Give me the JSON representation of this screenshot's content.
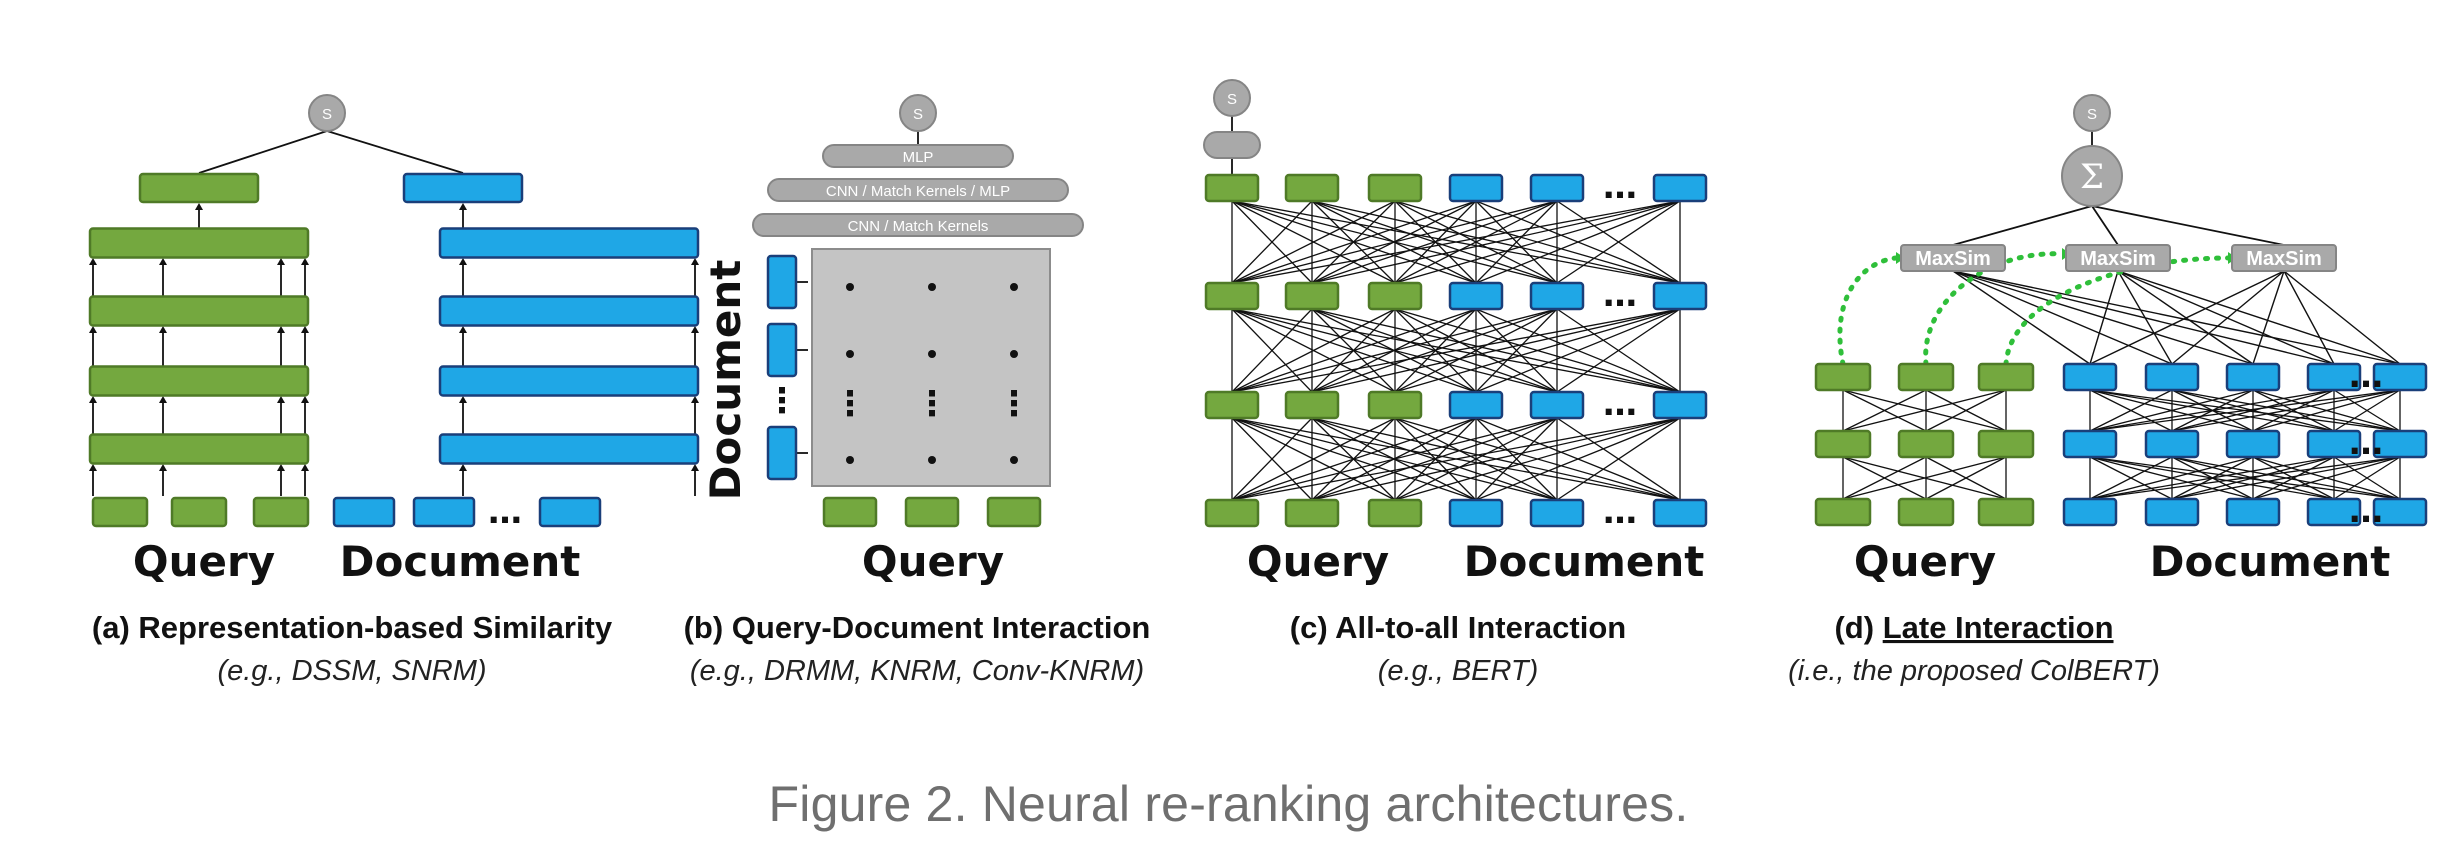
{
  "labels": {
    "s": "S",
    "sigma": "Σ",
    "query": "Query",
    "document": "Document",
    "ellipsis": "…",
    "vdots": "⋮",
    "mlp": "MLP",
    "cnn_match_mlp": "CNN  /  Match Kernels / MLP",
    "cnn_match": "CNN  /  Match Kernels",
    "maxsim": "MaxSim"
  },
  "panels": [
    {
      "title": "(a) Representation-based Similarity",
      "subtitle": "(e.g., DSSM, SNRM)"
    },
    {
      "title": "(b) Query-Document Interaction",
      "subtitle": "(e.g., DRMM, KNRM, Conv-KNRM)"
    },
    {
      "title": "(c) All-to-all Interaction",
      "subtitle": "(e.g., BERT)"
    },
    {
      "title_prefix": "(d) ",
      "title_underlined": "Late Interaction",
      "subtitle": "(i.e., the proposed ColBERT)"
    }
  ],
  "caption": "Figure 2. Neural re-ranking architectures.",
  "colors": {
    "query_fill": "#74a83f",
    "query_stroke": "#4f7a27",
    "doc_fill": "#1fa7e6",
    "doc_stroke": "#1a3f7a",
    "gray_fill": "#a9a9a9",
    "gray_stroke": "#858585",
    "matrix_fill": "#c4c4c4",
    "green_dotted": "#2fbf3a"
  }
}
